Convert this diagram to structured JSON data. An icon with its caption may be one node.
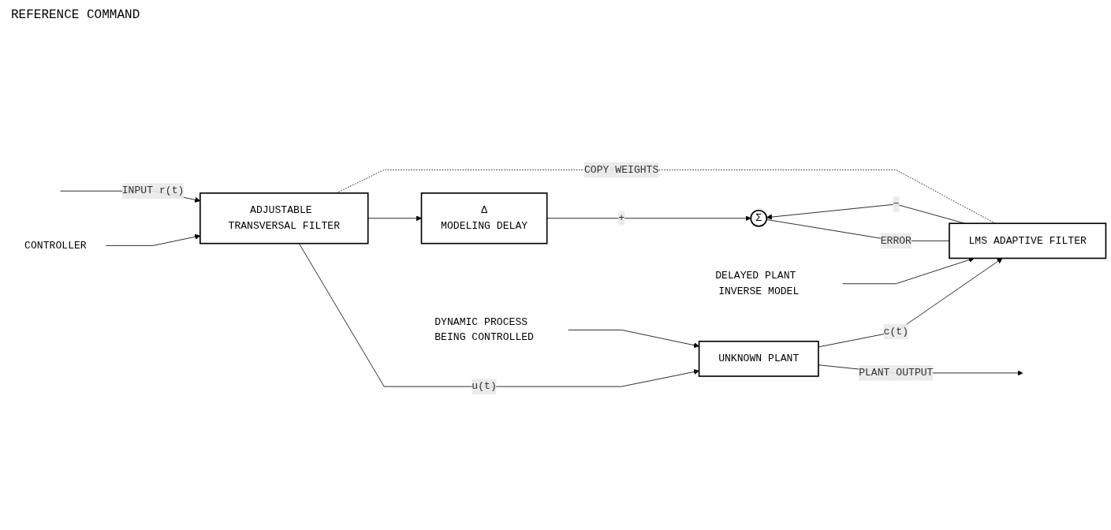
{
  "diagram": {
    "nodes": [
      {
        "text": [
          "CONTROLLER"
        ]
      },
      {
        "text": [
          "ADJUSTABLE TRANSVERSAL FILTER"
        ]
      },
      {
        "text": [
          "Δ",
          "MODELING DELAY"
        ]
      },
      {
        "text": [
          "DYNAMIC PROCESS BEING CONTROLLED"
        ]
      },
      {
        "text": [
          "UNKNOWN PLANT"
        ]
      },
      {
        "text": [
          "DELAYED PLANT INVERSE MODEL"
        ]
      },
      {
        "text": [
          "LMS ADAPTIVE FILTER"
        ]
      },
      {
        "text": [
          "Σ"
        ]
      }
    ],
    "edges": [
      {
        "from": 0,
        "to": 1,
        "arrow": "to"
      },
      {
        "from": null,
        "to": 1,
        "arrow": "to",
        "label": "INPUT r(t)"
      },
      {
        "from": 1,
        "to": 2,
        "arrow": "to"
      },
      {
        "from": 1,
        "to": 4,
        "arrow": "to",
        "label": "u(t)"
      },
      {
        "from": 3,
        "to": 4,
        "arrow": "to"
      },
      {
        "from": 4,
        "to": 6,
        "arrow": "to",
        "label": "c(t)"
      },
      {
        "from": 4,
        "to": null,
        "arrow": "to",
        "label": "PLANT OUTPUT"
      },
      {
        "from": 5,
        "to": 6,
        "arrow": "to"
      },
      {
        "from": 2,
        "to": 7,
        "arrow": "to",
        "label": "+"
      },
      {
        "from": 6,
        "to": 7,
        "arrow": "to",
        "label": "−"
      },
      {
        "from": 7,
        "to": 6,
        "arrow": "none",
        "label": "ERROR"
      },
      {
        "from": 6,
        "to": 1,
        "arrow": "none",
        "style": "dashed",
        "label": "COPY WEIGHTS"
      }
    ],
    "labels": [
      "REFERENCE COMMAND"
    ]
  }
}
